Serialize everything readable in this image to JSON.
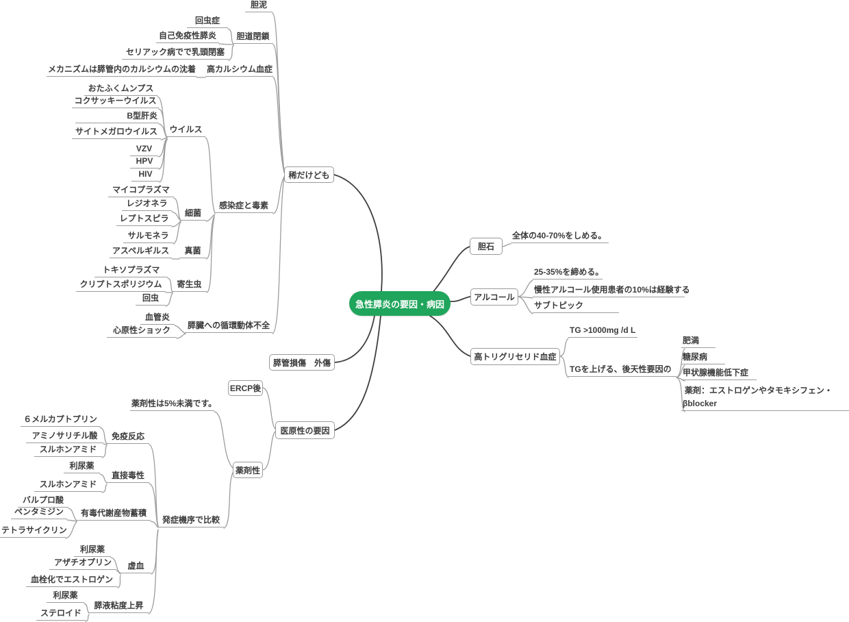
{
  "map": {
    "root": {
      "label": "急性膵炎の要因・病因"
    },
    "nodes": [
      {
        "id": "rare",
        "label": "稀だけども",
        "parent": "root",
        "style": "box"
      },
      {
        "id": "tandei",
        "label": "胆泥",
        "parent": "rare",
        "style": "text"
      },
      {
        "id": "tando",
        "label": "胆道閉鎖",
        "parent": "rare",
        "style": "text"
      },
      {
        "id": "kaichusho",
        "label": "回虫症",
        "parent": "tando",
        "style": "text"
      },
      {
        "id": "jikomeneki",
        "label": "自己免疫性膵炎",
        "parent": "tando",
        "style": "text"
      },
      {
        "id": "celiac",
        "label": "セリアック病でで乳頭閉塞",
        "parent": "tando",
        "style": "text"
      },
      {
        "id": "hypercal",
        "label": "高カルシウム血症",
        "parent": "rare",
        "style": "text"
      },
      {
        "id": "mechanism",
        "label": "メカニズムは膵管内のカルシウムの沈着",
        "parent": "hypercal",
        "style": "text"
      },
      {
        "id": "kansen",
        "label": "感染症と毒素",
        "parent": "rare",
        "style": "text"
      },
      {
        "id": "virus",
        "label": "ウイルス",
        "parent": "kansen",
        "style": "text"
      },
      {
        "id": "otafuku",
        "label": "おたふくムンプス",
        "parent": "virus",
        "style": "text"
      },
      {
        "id": "coxsackie",
        "label": "コクサッキーウイルス",
        "parent": "virus",
        "style": "text"
      },
      {
        "id": "hbv",
        "label": "B型肝炎",
        "parent": "virus",
        "style": "text"
      },
      {
        "id": "cmv",
        "label": "サイトメガロウイルス",
        "parent": "virus",
        "style": "text"
      },
      {
        "id": "vzv",
        "label": "VZV",
        "parent": "virus",
        "style": "text"
      },
      {
        "id": "hpv",
        "label": "HPV",
        "parent": "virus",
        "style": "text"
      },
      {
        "id": "hiv",
        "label": "HIV",
        "parent": "virus",
        "style": "text"
      },
      {
        "id": "saikin",
        "label": "細菌",
        "parent": "kansen",
        "style": "text"
      },
      {
        "id": "mycoplasma",
        "label": "マイコプラズマ",
        "parent": "saikin",
        "style": "text"
      },
      {
        "id": "legionella",
        "label": "レジオネラ",
        "parent": "saikin",
        "style": "text"
      },
      {
        "id": "leptospira",
        "label": "レプトスピラ",
        "parent": "saikin",
        "style": "text"
      },
      {
        "id": "salmonella",
        "label": "サルモネラ",
        "parent": "saikin",
        "style": "text"
      },
      {
        "id": "shinkin",
        "label": "真菌",
        "parent": "kansen",
        "style": "text"
      },
      {
        "id": "aspergillus",
        "label": "アスペルギルス",
        "parent": "shinkin",
        "style": "text"
      },
      {
        "id": "kiseichu",
        "label": "寄生虫",
        "parent": "kansen",
        "style": "text"
      },
      {
        "id": "toxoplasma",
        "label": "トキソプラズマ",
        "parent": "kiseichu",
        "style": "text"
      },
      {
        "id": "crypto",
        "label": "クリプトスポリジウム",
        "parent": "kiseichu",
        "style": "text"
      },
      {
        "id": "kaichu",
        "label": "回虫",
        "parent": "kiseichu",
        "style": "text"
      },
      {
        "id": "junkan",
        "label": "膵臓への循環動体不全",
        "parent": "rare",
        "style": "text"
      },
      {
        "id": "kekkanen",
        "label": "血管炎",
        "parent": "junkan",
        "style": "text"
      },
      {
        "id": "shingensei",
        "label": "心原性ショック",
        "parent": "junkan",
        "style": "text"
      },
      {
        "id": "tanseki",
        "label": "胆石",
        "parent": "root",
        "style": "box"
      },
      {
        "id": "zentai",
        "label": "全体の40-70%をしめる。",
        "parent": "tanseki",
        "style": "text"
      },
      {
        "id": "alcohol",
        "label": "アルコール",
        "parent": "root",
        "style": "box"
      },
      {
        "id": "p2535",
        "label": "25-35%を締める。",
        "parent": "alcohol",
        "style": "text"
      },
      {
        "id": "mansei",
        "label": "慢性アルコール使用患者の10%は経験する",
        "parent": "alcohol",
        "style": "text"
      },
      {
        "id": "subtopic",
        "label": "サブトピック",
        "parent": "alcohol",
        "style": "text"
      },
      {
        "id": "hightg",
        "label": "高トリグリセリド血症",
        "parent": "root",
        "style": "box"
      },
      {
        "id": "tg1000",
        "label": "TG >1000mg /d L",
        "parent": "hightg",
        "style": "text"
      },
      {
        "id": "tgageru",
        "label": "TGを上げる、後天性要因の",
        "parent": "hightg",
        "style": "text"
      },
      {
        "id": "himan",
        "label": "肥満",
        "parent": "tgageru",
        "style": "text"
      },
      {
        "id": "tonyo",
        "label": "糖尿病",
        "parent": "tgageru",
        "style": "text"
      },
      {
        "id": "kojosen",
        "label": "甲状腺機能低下症",
        "parent": "tgageru",
        "style": "text"
      },
      {
        "id": "yakuzai_est",
        "label": "薬剤：エストロゲンやタモキシフェン・",
        "label2": "βblocker",
        "parent": "tgageru",
        "style": "text"
      },
      {
        "id": "suikan",
        "label": "膵管損傷　外傷",
        "parent": "root",
        "style": "box"
      },
      {
        "id": "igensei",
        "label": "医原性の要因",
        "parent": "root",
        "style": "box"
      },
      {
        "id": "ercp",
        "label": "ERCP後",
        "parent": "igensei",
        "style": "box"
      },
      {
        "id": "yakuzaisei",
        "label": "薬剤性",
        "parent": "igensei",
        "style": "box"
      },
      {
        "id": "yakuzai5",
        "label": "薬剤性は5%未満です。",
        "parent": "yakuzaisei",
        "style": "text"
      },
      {
        "id": "hassho",
        "label": "発症機序で比較",
        "parent": "yakuzaisei",
        "style": "text"
      },
      {
        "id": "meneki",
        "label": "免疫反応",
        "parent": "hassho",
        "style": "text"
      },
      {
        "id": "mercapto",
        "label": "６メルカプトプリン",
        "parent": "meneki",
        "style": "text"
      },
      {
        "id": "amino",
        "label": "アミノサリチル酸",
        "parent": "meneki",
        "style": "text"
      },
      {
        "id": "sulfon1",
        "label": "スルホンアミド",
        "parent": "meneki",
        "style": "text"
      },
      {
        "id": "chokudoku",
        "label": "直接毒性",
        "parent": "hassho",
        "style": "text"
      },
      {
        "id": "rinyo1",
        "label": "利尿薬",
        "parent": "chokudoku",
        "style": "text"
      },
      {
        "id": "sulfon2",
        "label": "スルホンアミド",
        "parent": "chokudoku",
        "style": "text"
      },
      {
        "id": "yudoku",
        "label": "有毒代謝産物蓄積",
        "parent": "hassho",
        "style": "text"
      },
      {
        "id": "valpro",
        "label": "バルプロ酸",
        "parent": "yudoku",
        "style": "text"
      },
      {
        "id": "pentamidine",
        "label": "ペンタミジン",
        "parent": "yudoku",
        "style": "text"
      },
      {
        "id": "tetracycline",
        "label": "テトラサイクリン",
        "parent": "yudoku",
        "style": "text"
      },
      {
        "id": "kyoketsu",
        "label": "虚血",
        "parent": "hassho",
        "style": "text"
      },
      {
        "id": "rinyo2",
        "label": "利尿薬",
        "parent": "kyoketsu",
        "style": "text"
      },
      {
        "id": "azathioprine",
        "label": "アザチオプリン",
        "parent": "kyoketsu",
        "style": "text"
      },
      {
        "id": "kessenka",
        "label": "血栓化でエストロゲン",
        "parent": "kyoketsu",
        "style": "text"
      },
      {
        "id": "suieki",
        "label": "膵液粘度上昇",
        "parent": "hassho",
        "style": "text"
      },
      {
        "id": "rinyo3",
        "label": "利尿薬",
        "parent": "suieki",
        "style": "text"
      },
      {
        "id": "steroid",
        "label": "ステロイド",
        "parent": "suieki",
        "style": "text"
      }
    ]
  },
  "colors": {
    "center_bg": "#20a55c",
    "center_text": "#ffffff",
    "primary_line": "#3e3e3e",
    "branch_line": "#9c9c9c",
    "text": "#3b3b3b",
    "box_border": "#9a9a9a"
  }
}
